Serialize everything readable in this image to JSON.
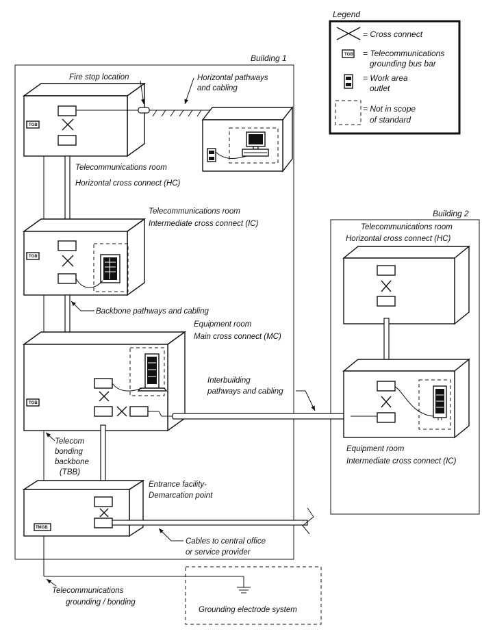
{
  "legend": {
    "title": "Legend",
    "cross_connect": "= Cross connect",
    "tgb_line1": "= Telecommunications",
    "tgb_line2": "grounding bus bar",
    "outlet_line1": "= Work area",
    "outlet_line2": "outlet",
    "scope_line1": "= Not in scope",
    "scope_line2": "of standard"
  },
  "buildings": {
    "building1": "Building 1",
    "building2": "Building 2"
  },
  "labels": {
    "fire_stop": "Fire stop location",
    "horizontal_pathways_1": "Horizontal pathways",
    "horizontal_pathways_2": "and cabling",
    "tr_hc_1": "Telecommunications room",
    "tr_hc_2": "Horizontal cross connect (HC)",
    "tr_ic_1": "Telecommunications room",
    "tr_ic_2": "Intermediate cross connect (IC)",
    "backbone": "Backbone pathways and cabling",
    "er_mc_1": "Equipment room",
    "er_mc_2": "Main cross connect (MC)",
    "interbuilding_1": "Interbuilding",
    "interbuilding_2": "pathways and cabling",
    "tbb_1": "Telecom",
    "tbb_2": "bonding",
    "tbb_3": "backbone",
    "tbb_4": "(TBB)",
    "entrance_1": "Entrance facility-",
    "entrance_2": "Demarcation point",
    "cables_1": "Cables to central office",
    "cables_2": "or service provider",
    "grounding_1": "Telecommunications",
    "grounding_2": "grounding / bonding",
    "electrode": "Grounding electrode system",
    "b2_tr_1": "Telecommunications room",
    "b2_tr_2": "Horizontal cross connect (HC)",
    "b2_er_1": "Equipment room",
    "b2_er_2": "Intermediate cross connect (IC)"
  },
  "bus_bars": {
    "tgb": "TGB",
    "tmgb": "TMGB"
  }
}
